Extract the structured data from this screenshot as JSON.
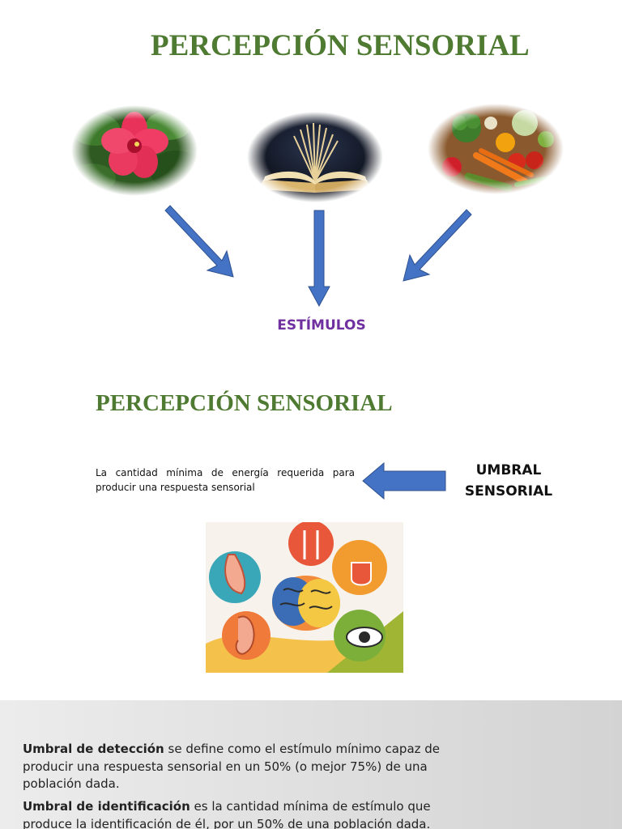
{
  "slide1": {
    "title": "PERCEPCIÓN SENSORIAL",
    "label": "ESTÍMULOS",
    "images": [
      "flower-image",
      "book-image",
      "vegetables-image"
    ]
  },
  "slide2": {
    "title": "PERCEPCIÓN SENSORIAL",
    "definition": "La cantidad mínima de energía requerida para producir una respuesta sensorial",
    "umbral_line1": "UMBRAL",
    "umbral_line2": "SENSORIAL"
  },
  "slide3": {
    "bullets": [
      {
        "glyph": "",
        "term": "Umbral de detección",
        "text": " se define como el estímulo mínimo capaz de producir una respuesta sensorial en un 50% (o mejor 75%) de una población dada."
      },
      {
        "glyph": "",
        "term": "Umbral de identificación",
        "text": " es la cantidad mínima de estímulo que produce la identificación de él, por un 50% de una población dada."
      }
    ]
  },
  "colors": {
    "title_green": "#4f7a31",
    "label_purple": "#7030a0",
    "arrow_blue": "#4472c4"
  }
}
